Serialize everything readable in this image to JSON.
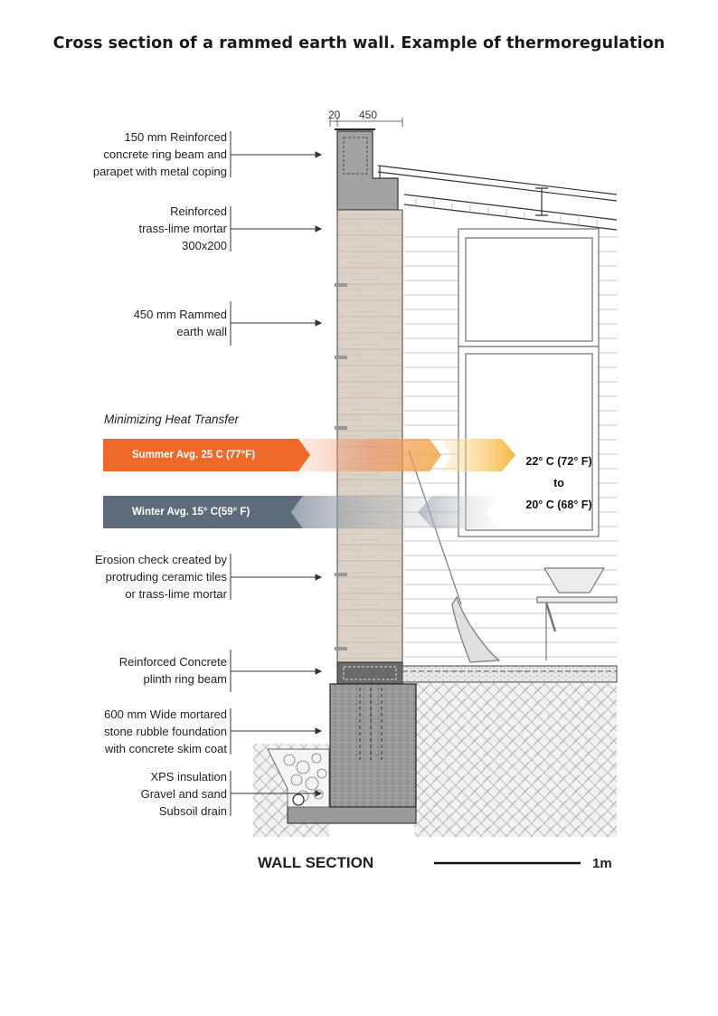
{
  "title": "Cross section of a rammed earth wall. Example of thermoregulation",
  "dimensions": {
    "left": "20",
    "right": "450"
  },
  "labels": {
    "ring_beam": [
      "150 mm Reinforced",
      "concrete ring beam and",
      "parapet with metal coping"
    ],
    "mortar": [
      "Reinforced",
      "trass-lime mortar",
      "300x200"
    ],
    "rammed_wall": [
      "450 mm Rammed",
      "earth wall"
    ],
    "erosion": [
      "Erosion check created by",
      "protruding ceramic tiles",
      "or trass-lime mortar"
    ],
    "plinth": [
      "Reinforced Concrete",
      "plinth ring beam"
    ],
    "foundation": [
      "600 mm Wide mortared",
      "stone rubble foundation",
      "with concrete skim coat"
    ],
    "ground": [
      "XPS insulation",
      "Gravel and sand",
      "Subsoil drain"
    ]
  },
  "heat": {
    "subtitle": "Minimizing Heat Transfer",
    "summer": "Summer Avg. 25  C (77°F)",
    "winter": "Winter Avg. 15° C(59° F)",
    "indoor_high": "22° C (72° F)",
    "indoor_to": "to",
    "indoor_low": "20° C (68° F)"
  },
  "colors": {
    "summer": "#ef6a2a",
    "summer_light": "#f5b335",
    "winter": "#5d6b7a",
    "earth": "#d9cfc4",
    "concrete": "#8a8a8a"
  },
  "caption": "WALL SECTION",
  "scale_label": "1m"
}
